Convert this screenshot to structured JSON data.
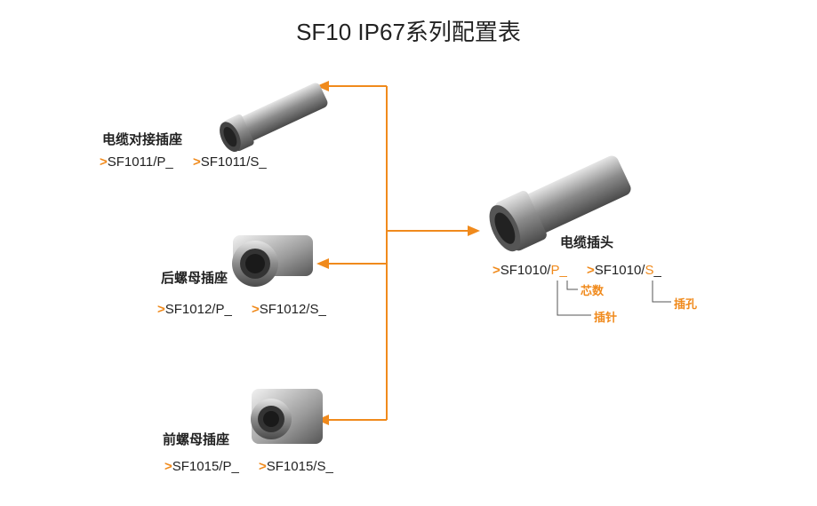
{
  "title": "SF10 IP67系列配置表",
  "colors": {
    "accent": "#f08a1c",
    "line": "#333333"
  },
  "center": {
    "label": "电缆插头",
    "codes": [
      {
        "prefix": ">",
        "base": "SF1010/",
        "suffix": "P",
        "tail": "_"
      },
      {
        "prefix": ">",
        "base": "SF1010/",
        "suffix": "S",
        "tail": "_"
      }
    ],
    "notes": {
      "cores": "芯数",
      "pin": "插针",
      "socket": "插孔"
    }
  },
  "items": [
    {
      "label": "电缆对接插座",
      "codes": [
        ">",
        "SF1011/P_",
        ">",
        "SF1011/S_"
      ]
    },
    {
      "label": "后螺母插座",
      "codes": [
        ">",
        "SF1012/P_",
        ">",
        "SF1012/S_"
      ]
    },
    {
      "label": "前螺母插座",
      "codes": [
        ">",
        "SF1015/P_",
        ">",
        "SF1015/S_"
      ]
    }
  ]
}
